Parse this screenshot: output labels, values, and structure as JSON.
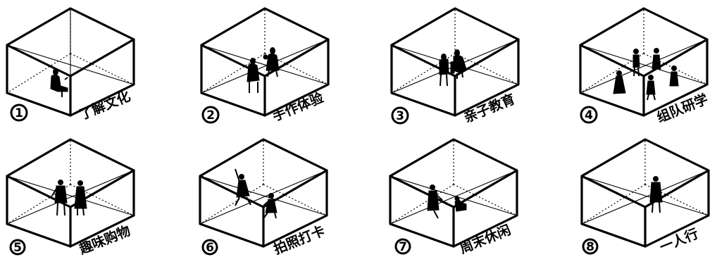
{
  "panels": [
    {
      "number": "1",
      "label": "了解文化"
    },
    {
      "number": "2",
      "label": "手作体验"
    },
    {
      "number": "3",
      "label": "亲子教育"
    },
    {
      "number": "4",
      "label": "组队研学"
    },
    {
      "number": "5",
      "label": "趣味购物"
    },
    {
      "number": "6",
      "label": "拍照打卡"
    },
    {
      "number": "7",
      "label": "周末休闲"
    },
    {
      "number": "8",
      "label": "一人行"
    }
  ]
}
